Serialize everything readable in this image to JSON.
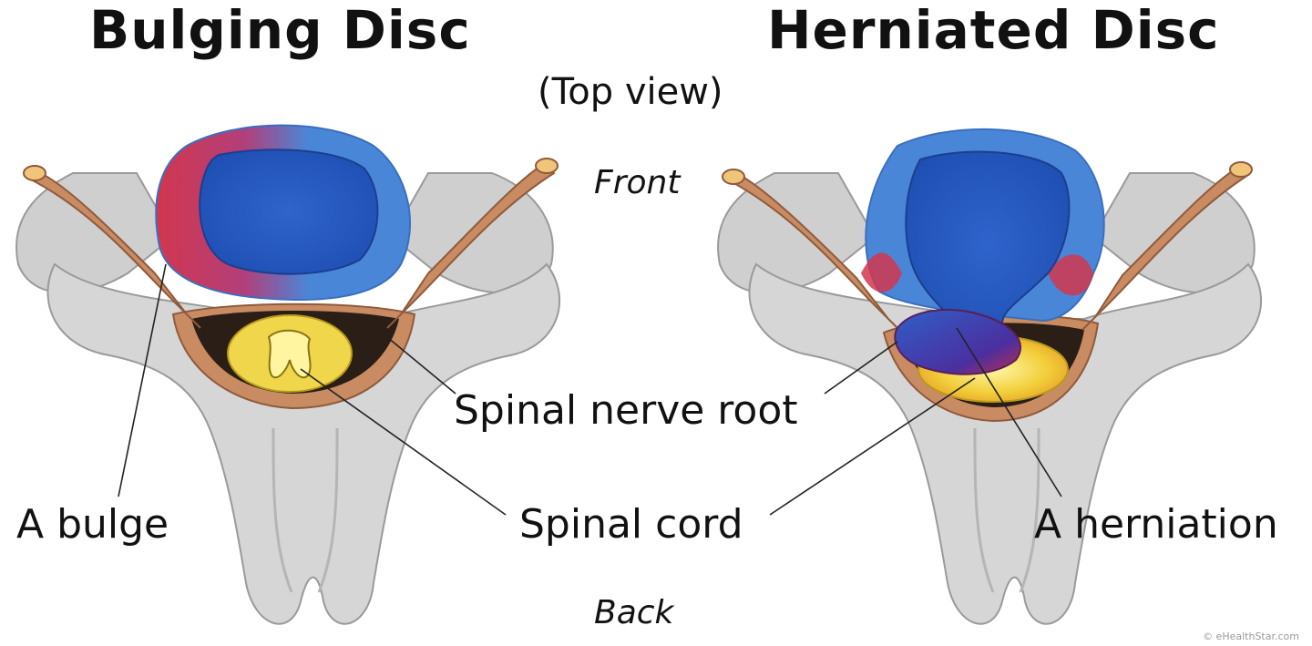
{
  "titles": {
    "left": "Bulging Disc",
    "right": "Herniated Disc"
  },
  "subtitle": "(Top view)",
  "orientation": {
    "front": "Front",
    "back": "Back"
  },
  "labels": {
    "bulge": "A bulge",
    "nerve_root": "Spinal nerve root",
    "spinal_cord": "Spinal cord",
    "herniation": "A herniation"
  },
  "credit": "© eHealthStar.com",
  "colors": {
    "bone": "#cfcfcf",
    "disc_ring": "#4a86d8",
    "nucleus": "#2a5fc4",
    "bulge_red": "#d2364e",
    "nerve": "#c98b62",
    "cord": "#f0d64a"
  }
}
